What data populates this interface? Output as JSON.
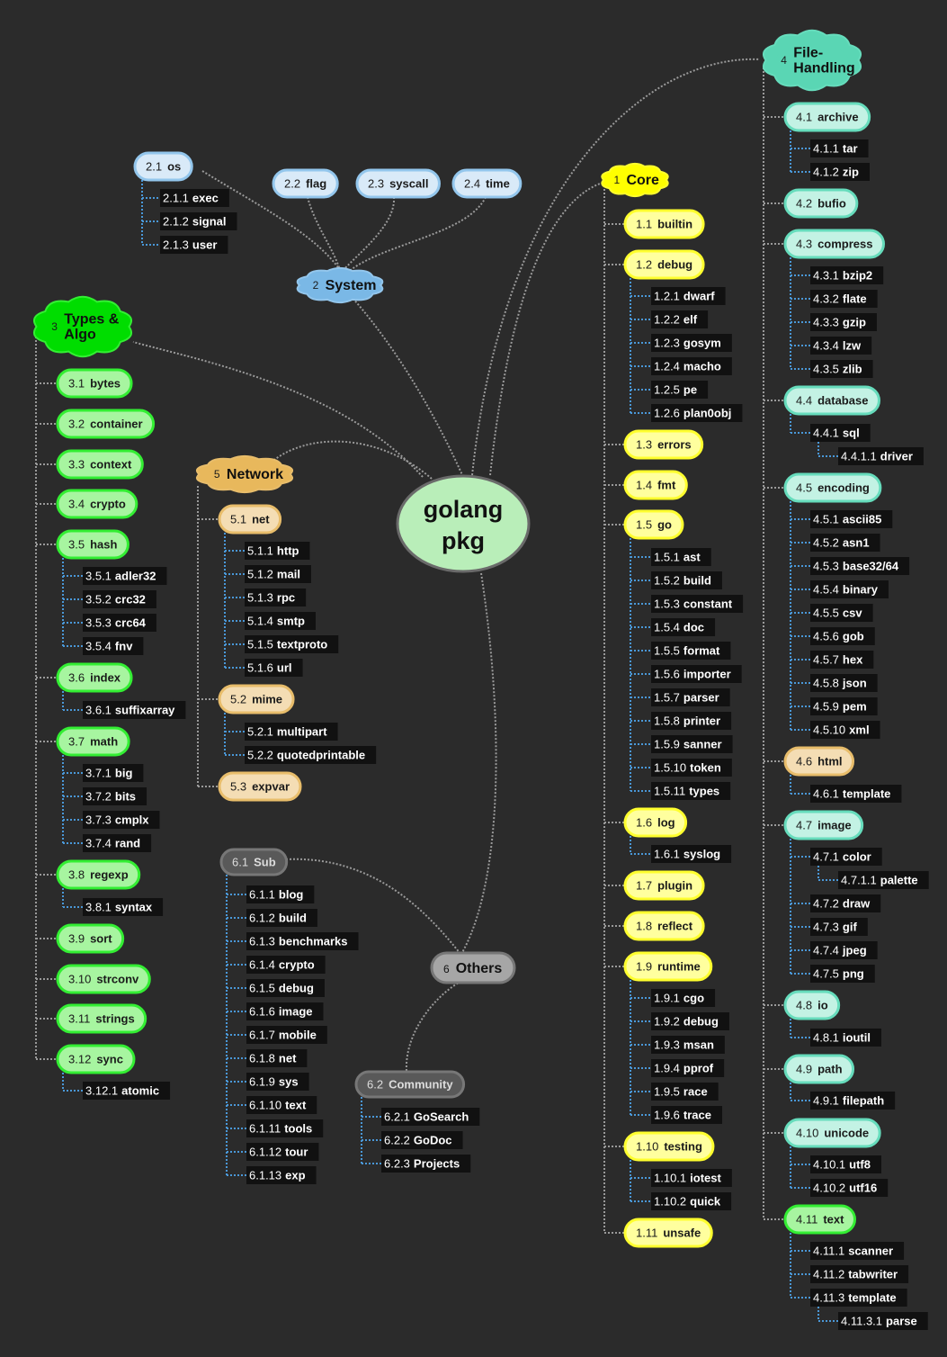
{
  "root": {
    "line1": "golang",
    "line2": "pkg"
  },
  "branches": {
    "core": {
      "num": "1",
      "label": "Core",
      "color": "#ffff00",
      "fill": "#ffff9e",
      "stroke": "#ffff2e"
    },
    "system": {
      "num": "2",
      "label": "System",
      "color": "#7ab8e6",
      "fill": "#d9eaf8",
      "stroke": "#93c6ec"
    },
    "types": {
      "num": "3",
      "label_line1": "Types &",
      "label_line2": "Algo",
      "color": "#00dd00",
      "fill": "#a7f5a0",
      "stroke": "#33ee33"
    },
    "filehandling": {
      "num": "4",
      "label_line1": "File-",
      "label_line2": "Handling",
      "color": "#5ad6b4",
      "fill": "#c3f2e4",
      "stroke": "#66dcbc"
    },
    "network": {
      "num": "5",
      "label": "Network",
      "color": "#e8b85c",
      "fill": "#f4ddb4",
      "stroke": "#e8bd6b"
    },
    "others": {
      "num": "6",
      "label": "Others",
      "color": "#a0a0a0",
      "fill": "#a6a6a6",
      "stroke": "#8a8a8a"
    }
  },
  "system_items": [
    {
      "num": "2.1",
      "label": "os"
    },
    {
      "num": "2.2",
      "label": "flag"
    },
    {
      "num": "2.3",
      "label": "syscall"
    },
    {
      "num": "2.4",
      "label": "time"
    }
  ],
  "os_leaves": [
    {
      "num": "2.1.1",
      "label": "exec"
    },
    {
      "num": "2.1.2",
      "label": "signal"
    },
    {
      "num": "2.1.3",
      "label": "user"
    }
  ],
  "types_items": {
    "bytes": {
      "num": "3.1",
      "label": "bytes"
    },
    "container": {
      "num": "3.2",
      "label": "container"
    },
    "context": {
      "num": "3.3",
      "label": "context"
    },
    "crypto": {
      "num": "3.4",
      "label": "crypto"
    },
    "hash": {
      "num": "3.5",
      "label": "hash"
    },
    "index": {
      "num": "3.6",
      "label": "index"
    },
    "math": {
      "num": "3.7",
      "label": "math"
    },
    "regexp": {
      "num": "3.8",
      "label": "regexp"
    },
    "sort": {
      "num": "3.9",
      "label": "sort"
    },
    "strconv": {
      "num": "3.10",
      "label": "strconv"
    },
    "strings": {
      "num": "3.11",
      "label": "strings"
    },
    "sync": {
      "num": "3.12",
      "label": "sync"
    }
  },
  "hash_leaves": [
    {
      "num": "3.5.1",
      "label": "adler32"
    },
    {
      "num": "3.5.2",
      "label": "crc32"
    },
    {
      "num": "3.5.3",
      "label": "crc64"
    },
    {
      "num": "3.5.4",
      "label": "fnv"
    }
  ],
  "index_leaves": [
    {
      "num": "3.6.1",
      "label": "suffixarray"
    }
  ],
  "math_leaves": [
    {
      "num": "3.7.1",
      "label": "big"
    },
    {
      "num": "3.7.2",
      "label": "bits"
    },
    {
      "num": "3.7.3",
      "label": "cmplx"
    },
    {
      "num": "3.7.4",
      "label": "rand"
    }
  ],
  "regexp_leaves": [
    {
      "num": "3.8.1",
      "label": "syntax"
    }
  ],
  "sync_leaves": [
    {
      "num": "3.12.1",
      "label": "atomic"
    }
  ],
  "network_items": {
    "net": {
      "num": "5.1",
      "label": "net"
    },
    "mime": {
      "num": "5.2",
      "label": "mime"
    },
    "expvar": {
      "num": "5.3",
      "label": "expvar"
    }
  },
  "net_leaves": [
    {
      "num": "5.1.1",
      "label": "http"
    },
    {
      "num": "5.1.2",
      "label": "mail"
    },
    {
      "num": "5.1.3",
      "label": "rpc"
    },
    {
      "num": "5.1.4",
      "label": "smtp"
    },
    {
      "num": "5.1.5",
      "label": "textproto"
    },
    {
      "num": "5.1.6",
      "label": "url"
    }
  ],
  "mime_leaves": [
    {
      "num": "5.2.1",
      "label": "multipart"
    },
    {
      "num": "5.2.2",
      "label": "quotedprintable"
    }
  ],
  "others_items": {
    "sub": {
      "num": "6.1",
      "label": "Sub"
    },
    "community": {
      "num": "6.2",
      "label": "Community"
    }
  },
  "sub_leaves": [
    {
      "num": "6.1.1",
      "label": "blog"
    },
    {
      "num": "6.1.2",
      "label": "build"
    },
    {
      "num": "6.1.3",
      "label": "benchmarks"
    },
    {
      "num": "6.1.4",
      "label": "crypto"
    },
    {
      "num": "6.1.5",
      "label": "debug"
    },
    {
      "num": "6.1.6",
      "label": "image"
    },
    {
      "num": "6.1.7",
      "label": "mobile"
    },
    {
      "num": "6.1.8",
      "label": "net"
    },
    {
      "num": "6.1.9",
      "label": "sys"
    },
    {
      "num": "6.1.10",
      "label": "text"
    },
    {
      "num": "6.1.11",
      "label": "tools"
    },
    {
      "num": "6.1.12",
      "label": "tour"
    },
    {
      "num": "6.1.13",
      "label": "exp"
    }
  ],
  "community_leaves": [
    {
      "num": "6.2.1",
      "label": "GoSearch"
    },
    {
      "num": "6.2.2",
      "label": "GoDoc"
    },
    {
      "num": "6.2.3",
      "label": "Projects"
    }
  ],
  "core_items": {
    "builtin": {
      "num": "1.1",
      "label": "builtin"
    },
    "debug": {
      "num": "1.2",
      "label": "debug"
    },
    "errors": {
      "num": "1.3",
      "label": "errors"
    },
    "fmt": {
      "num": "1.4",
      "label": "fmt"
    },
    "go": {
      "num": "1.5",
      "label": "go"
    },
    "log": {
      "num": "1.6",
      "label": "log"
    },
    "plugin": {
      "num": "1.7",
      "label": "plugin"
    },
    "reflect": {
      "num": "1.8",
      "label": "reflect"
    },
    "runtime": {
      "num": "1.9",
      "label": "runtime"
    },
    "testing": {
      "num": "1.10",
      "label": "testing"
    },
    "unsafe": {
      "num": "1.11",
      "label": "unsafe"
    }
  },
  "debug_leaves": [
    {
      "num": "1.2.1",
      "label": "dwarf"
    },
    {
      "num": "1.2.2",
      "label": "elf"
    },
    {
      "num": "1.2.3",
      "label": "gosym"
    },
    {
      "num": "1.2.4",
      "label": "macho"
    },
    {
      "num": "1.2.5",
      "label": "pe"
    },
    {
      "num": "1.2.6",
      "label": "plan0obj"
    }
  ],
  "go_leaves": [
    {
      "num": "1.5.1",
      "label": "ast"
    },
    {
      "num": "1.5.2",
      "label": "build"
    },
    {
      "num": "1.5.3",
      "label": "constant"
    },
    {
      "num": "1.5.4",
      "label": "doc"
    },
    {
      "num": "1.5.5",
      "label": "format"
    },
    {
      "num": "1.5.6",
      "label": "importer"
    },
    {
      "num": "1.5.7",
      "label": "parser"
    },
    {
      "num": "1.5.8",
      "label": "printer"
    },
    {
      "num": "1.5.9",
      "label": "sanner"
    },
    {
      "num": "1.5.10",
      "label": "token"
    },
    {
      "num": "1.5.11",
      "label": "types"
    }
  ],
  "log_leaves": [
    {
      "num": "1.6.1",
      "label": "syslog"
    }
  ],
  "runtime_leaves": [
    {
      "num": "1.9.1",
      "label": "cgo"
    },
    {
      "num": "1.9.2",
      "label": "debug"
    },
    {
      "num": "1.9.3",
      "label": "msan"
    },
    {
      "num": "1.9.4",
      "label": "pprof"
    },
    {
      "num": "1.9.5",
      "label": "race"
    },
    {
      "num": "1.9.6",
      "label": "trace"
    }
  ],
  "testing_leaves": [
    {
      "num": "1.10.1",
      "label": "iotest"
    },
    {
      "num": "1.10.2",
      "label": "quick"
    }
  ],
  "fh_items": {
    "archive": {
      "num": "4.1",
      "label": "archive"
    },
    "bufio": {
      "num": "4.2",
      "label": "bufio"
    },
    "compress": {
      "num": "4.3",
      "label": "compress"
    },
    "database": {
      "num": "4.4",
      "label": "database"
    },
    "encoding": {
      "num": "4.5",
      "label": "encoding"
    },
    "html": {
      "num": "4.6",
      "label": "html"
    },
    "image": {
      "num": "4.7",
      "label": "image"
    },
    "io": {
      "num": "4.8",
      "label": "io"
    },
    "path": {
      "num": "4.9",
      "label": "path"
    },
    "unicode": {
      "num": "4.10",
      "label": "unicode"
    },
    "text": {
      "num": "4.11",
      "label": "text"
    }
  },
  "archive_leaves": [
    {
      "num": "4.1.1",
      "label": "tar"
    },
    {
      "num": "4.1.2",
      "label": "zip"
    }
  ],
  "compress_leaves": [
    {
      "num": "4.3.1",
      "label": "bzip2"
    },
    {
      "num": "4.3.2",
      "label": "flate"
    },
    {
      "num": "4.3.3",
      "label": "gzip"
    },
    {
      "num": "4.3.4",
      "label": "lzw"
    },
    {
      "num": "4.3.5",
      "label": "zlib"
    }
  ],
  "database_leaves": [
    {
      "num": "4.4.1",
      "label": "sql"
    }
  ],
  "sql_leaves": [
    {
      "num": "4.4.1.1",
      "label": "driver"
    }
  ],
  "encoding_leaves": [
    {
      "num": "4.5.1",
      "label": "ascii85"
    },
    {
      "num": "4.5.2",
      "label": "asn1"
    },
    {
      "num": "4.5.3",
      "label": "base32/64"
    },
    {
      "num": "4.5.4",
      "label": "binary"
    },
    {
      "num": "4.5.5",
      "label": "csv"
    },
    {
      "num": "4.5.6",
      "label": "gob"
    },
    {
      "num": "4.5.7",
      "label": "hex"
    },
    {
      "num": "4.5.8",
      "label": "json"
    },
    {
      "num": "4.5.9",
      "label": "pem"
    },
    {
      "num": "4.5.10",
      "label": "xml"
    }
  ],
  "html_leaves": [
    {
      "num": "4.6.1",
      "label": "template"
    }
  ],
  "image_leaves": [
    {
      "num": "4.7.1",
      "label": "color"
    },
    {
      "num": "4.7.2",
      "label": "draw"
    },
    {
      "num": "4.7.3",
      "label": "gif"
    },
    {
      "num": "4.7.4",
      "label": "jpeg"
    },
    {
      "num": "4.7.5",
      "label": "png"
    }
  ],
  "color_leaves": [
    {
      "num": "4.7.1.1",
      "label": "palette"
    }
  ],
  "io_leaves": [
    {
      "num": "4.8.1",
      "label": "ioutil"
    }
  ],
  "path_leaves": [
    {
      "num": "4.9.1",
      "label": "filepath"
    }
  ],
  "unicode_leaves": [
    {
      "num": "4.10.1",
      "label": "utf8"
    },
    {
      "num": "4.10.2",
      "label": "utf16"
    }
  ],
  "text_leaves": [
    {
      "num": "4.11.1",
      "label": "scanner"
    },
    {
      "num": "4.11.2",
      "label": "tabwriter"
    },
    {
      "num": "4.11.3",
      "label": "template"
    }
  ],
  "template_leaves": [
    {
      "num": "4.11.3.1",
      "label": "parse"
    }
  ]
}
